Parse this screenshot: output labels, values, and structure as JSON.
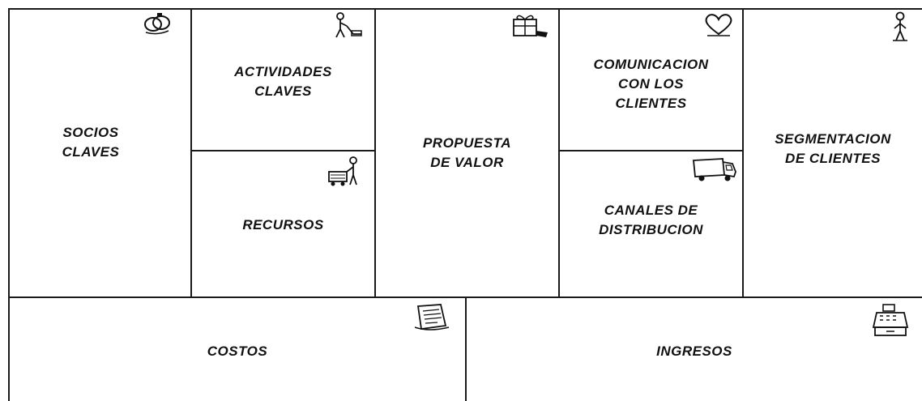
{
  "canvas": {
    "sections": {
      "socios_claves": {
        "label": "SOCIOS\nCLAVES",
        "icon": "rings-icon"
      },
      "actividades_claves": {
        "label": "ACTIVIDADES\nCLAVES",
        "icon": "worker-icon"
      },
      "recursos": {
        "label": "RECURSOS",
        "icon": "worker-with-cart-icon"
      },
      "propuesta_de_valor": {
        "label": "PROPUESTA\nDE VALOR",
        "icon": "gift-box-icon"
      },
      "comunicacion_con_los_clientes": {
        "label": "COMUNICACION\nCON LOS\nCLIENTES",
        "icon": "heart-icon"
      },
      "canales_de_distribucion": {
        "label": "CANALES DE\nDISTRIBUCION",
        "icon": "truck-icon"
      },
      "segmentacion_de_clientes": {
        "label": "SEGMENTACION\nDE CLIENTES",
        "icon": "person-icon"
      },
      "costos": {
        "label": "COSTOS",
        "icon": "receipt-icon"
      },
      "ingresos": {
        "label": "INGRESOS",
        "icon": "cash-register-icon"
      }
    },
    "line_color": "#1a1a1a",
    "text_color": "#111111"
  }
}
